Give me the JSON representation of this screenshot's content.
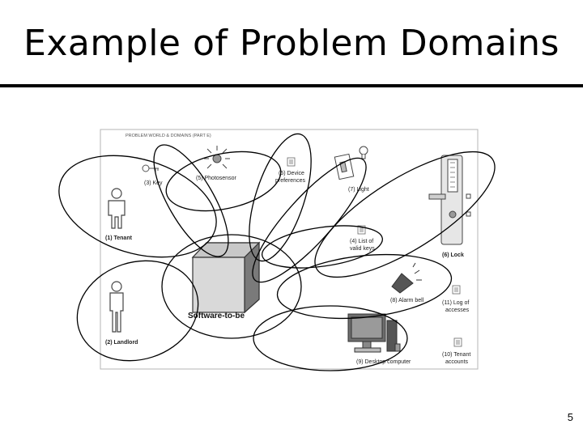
{
  "slide": {
    "title": "Example of Problem Domains",
    "page_number": "5"
  },
  "figure": {
    "header": "PROBLEM WORLD & DOMAINS (PART E)",
    "labels": {
      "key": "(3) Key",
      "photosensor": "(5) Photosensor",
      "device_prefs_1": "(5) Device",
      "device_prefs_2": "preferences",
      "light": "(7) Light",
      "tenant": "(1) Tenant",
      "valid_keys_1": "(4) List of",
      "valid_keys_2": "valid keys",
      "lock": "(6) Lock",
      "alarm_bell": "(8) Alarm bell",
      "log_1": "(11) Log of",
      "log_2": "accesses",
      "software": "Software-to-be",
      "landlord": "(2) Landlord",
      "desktop": "(9) Desktop computer",
      "tenant_accounts_1": "(10) Tenant",
      "tenant_accounts_2": "accounts"
    }
  }
}
